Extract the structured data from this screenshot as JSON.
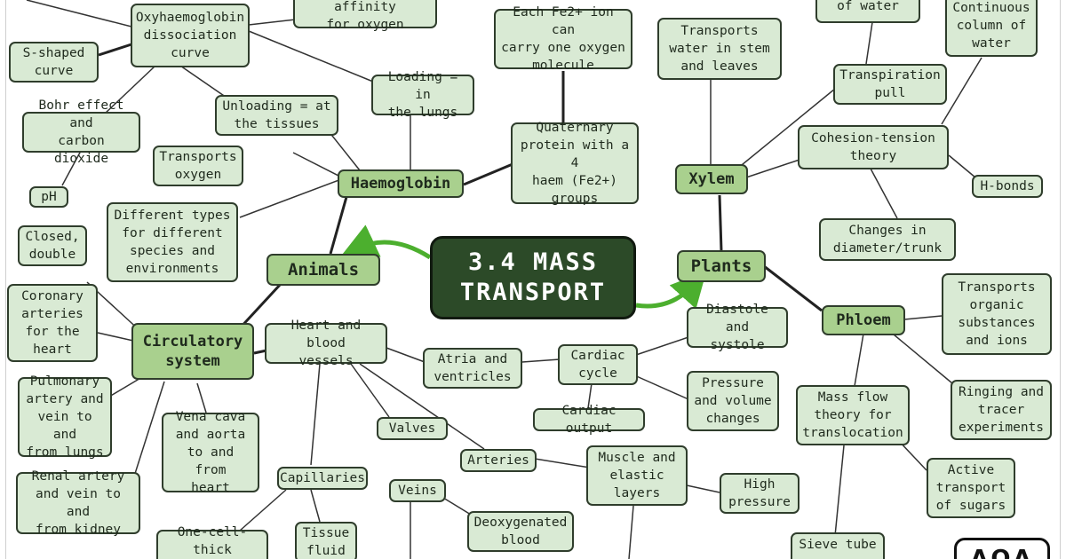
{
  "colors": {
    "root_fill": "#2c4a28",
    "main_fill": "#a9d08e",
    "leaf_fill": "#d9ead4",
    "border": "#2f3d2c",
    "arrow": "#4caf2e"
  },
  "mindmap": {
    "root": "3.4 MASS\nTRANSPORT",
    "animals": "Animals",
    "plants": "Plants",
    "haemoglobin": "Haemoglobin",
    "circulatory": "Circulatory\nsystem",
    "xylem": "Xylem",
    "phloem": "Phloem",
    "oxy_curve": "Oxyhaemoglobin\ndissociation\ncurve",
    "affinity": "changes in affinity\nfor oxygen",
    "s_curve": "S-shaped\ncurve",
    "bohr": "Bohr effect and\ncarbon dioxide",
    "ph": "pH",
    "unloading": "Unloading = at\nthe tissues",
    "loading": "Loading = in\nthe lungs",
    "fe2": "Each Fe2+ ion can\ncarry one oxygen\nmolecule",
    "quaternary": "Quaternary\nprotein with a 4\nhaem (Fe2+)\ngroups",
    "transports_oxygen": "Transports\noxygen",
    "diff_types": "Different types\nfor different\nspecies and\nenvironments",
    "closed_double": "Closed,\ndouble",
    "coronary": "Coronary\narteries\nfor the\nheart",
    "pulmonary": "Pulmonary\nartery and\nvein to and\nfrom lungs",
    "renal": "Renal artery\nand vein to and\nfrom kidney",
    "vena_cava": "Vena cava\nand aorta\nto and from\nheart",
    "heart_vessels": "Heart and blood\nvessels",
    "atria": "Atria and\nventricles",
    "cardiac_cycle": "Cardiac\ncycle",
    "diastole": "Diastole and\nsystole",
    "pressure_volume": "Pressure\nand volume\nchanges",
    "cardiac_output": "Cardiac output",
    "valves": "Valves",
    "arteries": "Arteries",
    "muscle": "Muscle and\nelastic\nlayers",
    "high_pressure": "High\npressure",
    "capillaries": "Capillaries",
    "one_cell": "One-cell-thick\nwall",
    "tissue_fluid": "Tissue\nfluid",
    "veins": "Veins",
    "deoxygenated": "Deoxygenated\nblood",
    "of_water": "of water",
    "continuous": "Continuous\ncolumn of\nwater",
    "transports_water": "Transports\nwater in stem\nand leaves",
    "transpiration": "Transpiration\npull",
    "cohesion": "Cohesion-tension\ntheory",
    "hbonds": "H-bonds",
    "changes_diameter": "Changes in\ndiameter/trunk",
    "transports_organic": "Transports\norganic\nsubstances\nand ions",
    "mass_flow": "Mass flow\ntheory for\ntranslocation",
    "ringing": "Ringing and\ntracer\nexperiments",
    "active_transport": "Active\ntransport\nof sugars",
    "sieve_tube": "Sieve tube"
  },
  "logo_text": "AQA"
}
